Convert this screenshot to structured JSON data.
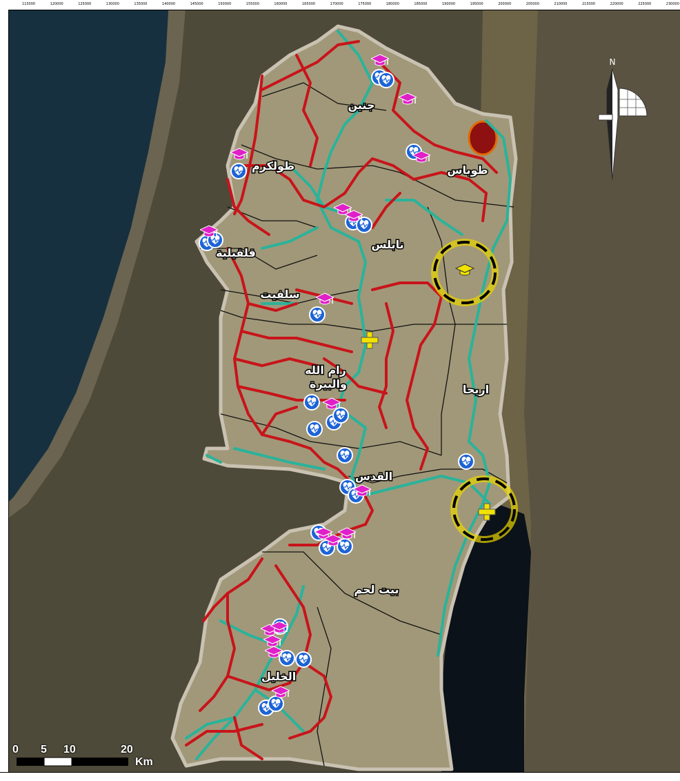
{
  "grid": {
    "top_ticks": [
      "115000",
      "120000",
      "125000",
      "130000",
      "135000",
      "140000",
      "145000",
      "150000",
      "155000",
      "160000",
      "165000",
      "170000",
      "175000",
      "180000",
      "185000",
      "190000",
      "195000",
      "200000",
      "205000",
      "210000",
      "215000",
      "220000",
      "225000",
      "230000"
    ]
  },
  "places": {
    "jenin": "جنين",
    "tulkarm": "طولكرم",
    "tubas": "طوباس",
    "nablus": "نابلس",
    "qalqilya": "قلقيلية",
    "salfit": "سلفيت",
    "ramallah_1": "رام الله",
    "ramallah_2": "والبيرة",
    "jericho": "اريحا",
    "jerusalem": "القدس",
    "bethlehem": "بيت لحم",
    "hebron": "الخليل"
  },
  "north_arrow": {
    "label": "N"
  },
  "scale_bar": {
    "ticks": [
      "0",
      "5",
      "10",
      "20"
    ],
    "unit": "Km"
  },
  "colors": {
    "sea": "#173040",
    "land": "#4e4a3a",
    "westbank": "#a19879",
    "road_main": "#c8141a",
    "road_secondary": "#2ab39a",
    "health_marker": "#1c63d6",
    "education_marker": "#e020c8",
    "proposed_marker": "#f2e200"
  },
  "icons": {
    "health": "heartbeat-icon",
    "education": "graduation-cap-icon",
    "proposed_health": "plus-icon",
    "proposed_education": "graduation-cap-icon"
  }
}
